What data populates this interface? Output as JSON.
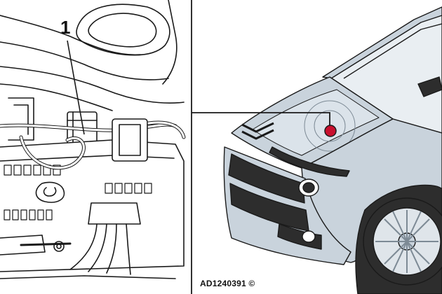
{
  "figure": {
    "callout_number": "1",
    "reference_code": "AD1240391 ©"
  },
  "icons": {
    "left_panel": "engine-bay-fuse-box-illustration",
    "right_panel": "car-front-illustration",
    "marker": "location-dot-icon"
  },
  "colors": {
    "line": "#1a1a1a",
    "car_body": "#c9d3dc",
    "car_body_light": "#dbe3ea",
    "car_dark": "#2d2d2d",
    "marker": "#c8102e",
    "background": "#ffffff"
  }
}
